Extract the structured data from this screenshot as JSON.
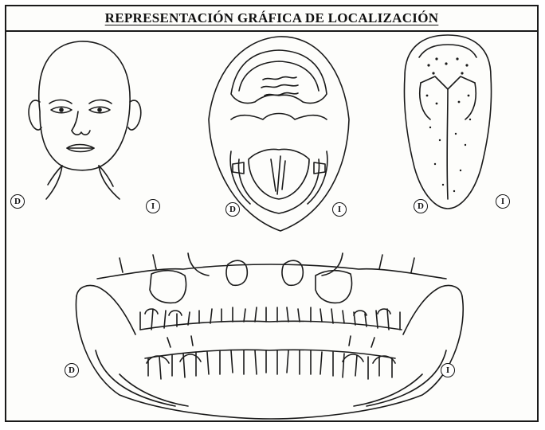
{
  "title": "REPRESENTACIÓN GRÁFICA DE LOCALIZACIÓN",
  "markers": {
    "right": "D",
    "left": "I"
  },
  "panels": [
    "face",
    "open-mouth",
    "tongue",
    "panoramic-dentition"
  ]
}
